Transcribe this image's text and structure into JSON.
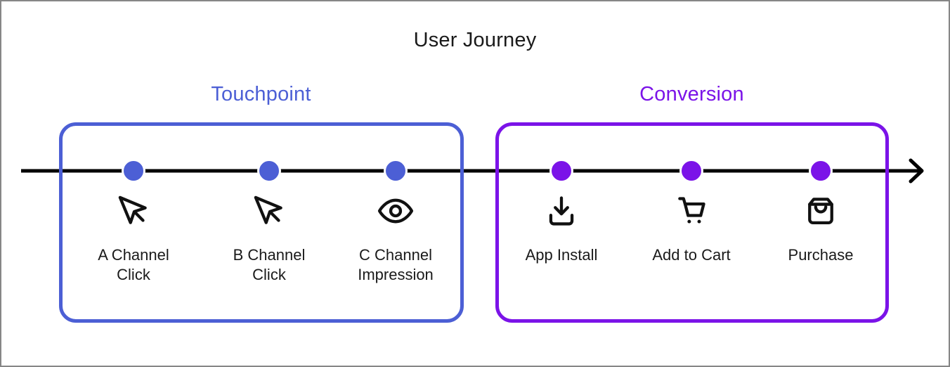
{
  "title": "User Journey",
  "colors": {
    "touchpoint_accent": "#4c5fd5",
    "conversion_accent": "#7b13e8",
    "timeline": "#000000",
    "text": "#1a1a1a",
    "background": "#ffffff",
    "frame_border": "#868686"
  },
  "groups": [
    {
      "label": "Touchpoint",
      "color": "#4c5fd5"
    },
    {
      "label": "Conversion",
      "color": "#7b13e8"
    }
  ],
  "steps": [
    {
      "label": "A Channel Click",
      "icon": "cursor-click-icon",
      "group": "Touchpoint",
      "dot_color": "#4c5fd5"
    },
    {
      "label": "B Channel Click",
      "icon": "cursor-click-icon",
      "group": "Touchpoint",
      "dot_color": "#4c5fd5"
    },
    {
      "label": "C Channel Impression",
      "icon": "eye-icon",
      "group": "Touchpoint",
      "dot_color": "#4c5fd5"
    },
    {
      "label": "App Install",
      "icon": "download-icon",
      "group": "Conversion",
      "dot_color": "#7b13e8"
    },
    {
      "label": "Add to Cart",
      "icon": "shopping-cart-icon",
      "group": "Conversion",
      "dot_color": "#7b13e8"
    },
    {
      "label": "Purchase",
      "icon": "shopping-bag-icon",
      "group": "Conversion",
      "dot_color": "#7b13e8"
    }
  ],
  "timeline": {
    "direction": "left-to-right",
    "shape": "arrow"
  }
}
